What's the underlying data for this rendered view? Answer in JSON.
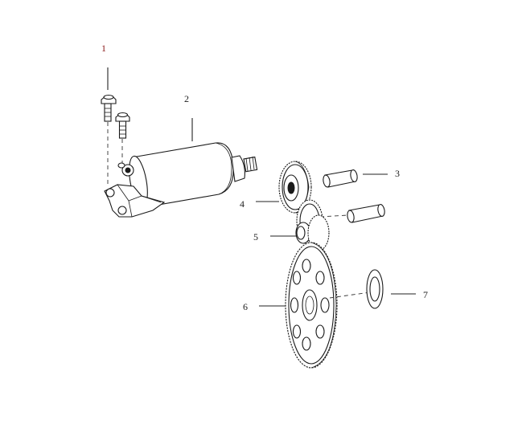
{
  "diagram": {
    "callouts": [
      {
        "id": "1",
        "label": "1"
      },
      {
        "id": "2",
        "label": "2"
      },
      {
        "id": "3",
        "label": "3"
      },
      {
        "id": "4",
        "label": "4"
      },
      {
        "id": "5",
        "label": "5"
      },
      {
        "id": "6",
        "label": "6"
      },
      {
        "id": "7",
        "label": "7"
      }
    ],
    "colors": {
      "line": "#1a1a1a",
      "background": "#ffffff",
      "label1": "#8b1a1a"
    }
  }
}
